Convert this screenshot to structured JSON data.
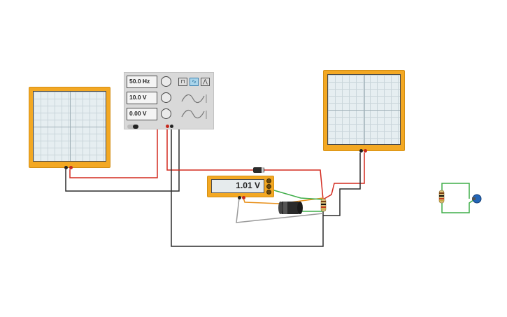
{
  "function_generator": {
    "frequency": "50.0 Hz",
    "amplitude": "10.0 V",
    "dc_offset": "0.00 V",
    "waveforms": [
      {
        "name": "square",
        "glyph": "⊓",
        "active": false
      },
      {
        "name": "sine",
        "glyph": "∿",
        "active": true
      },
      {
        "name": "triangle",
        "glyph": "⋀",
        "active": false
      }
    ]
  },
  "multimeter": {
    "reading": "1.01 V"
  },
  "colors": {
    "wire_red": "#d32a1f",
    "wire_black": "#2b2b2b",
    "wire_green": "#3fae49",
    "wire_orange": "#e8901b",
    "wire_gray": "#9a9a9a",
    "instrument_body": "#f3a823",
    "screen_bg": "#e6eef1"
  }
}
